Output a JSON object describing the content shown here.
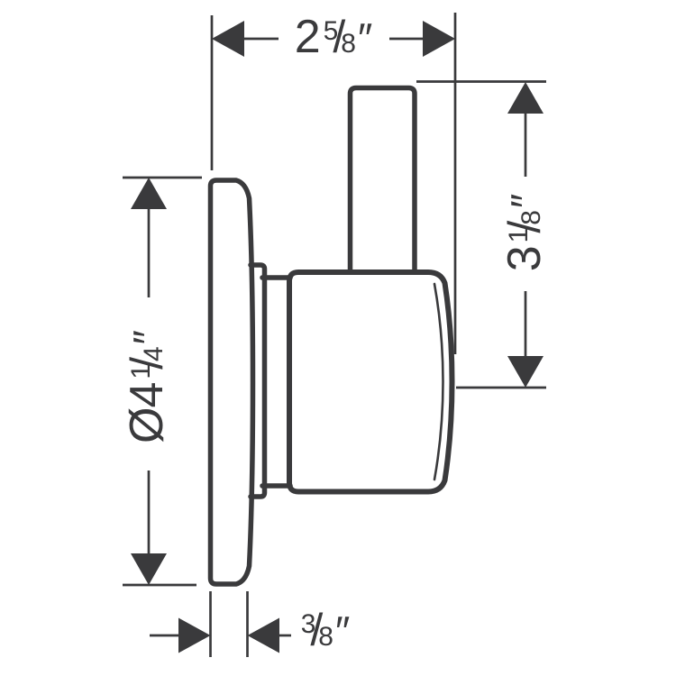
{
  "drawing": {
    "background": "#ffffff",
    "line_color": "#3a3a3c",
    "description": "Side-view technical dimension drawing of a wall-mounted valve trim with escutcheon plate, sleeve and handle knob",
    "dimensions": {
      "width_top": {
        "whole": "2",
        "numerator": "5",
        "denominator": "8",
        "unit": "″",
        "value": "2 5/8\""
      },
      "height_right": {
        "whole": "3",
        "numerator": "1",
        "denominator": "8",
        "unit": "″",
        "value": "3 1/8\""
      },
      "diameter_left": {
        "prefix": "Ø",
        "whole": "4",
        "numerator": "1",
        "denominator": "4",
        "unit": "″",
        "value": "Ø4 1/4\""
      },
      "depth_bottom": {
        "numerator": "3",
        "denominator": "8",
        "unit": "″",
        "value": "3/8\""
      }
    }
  }
}
